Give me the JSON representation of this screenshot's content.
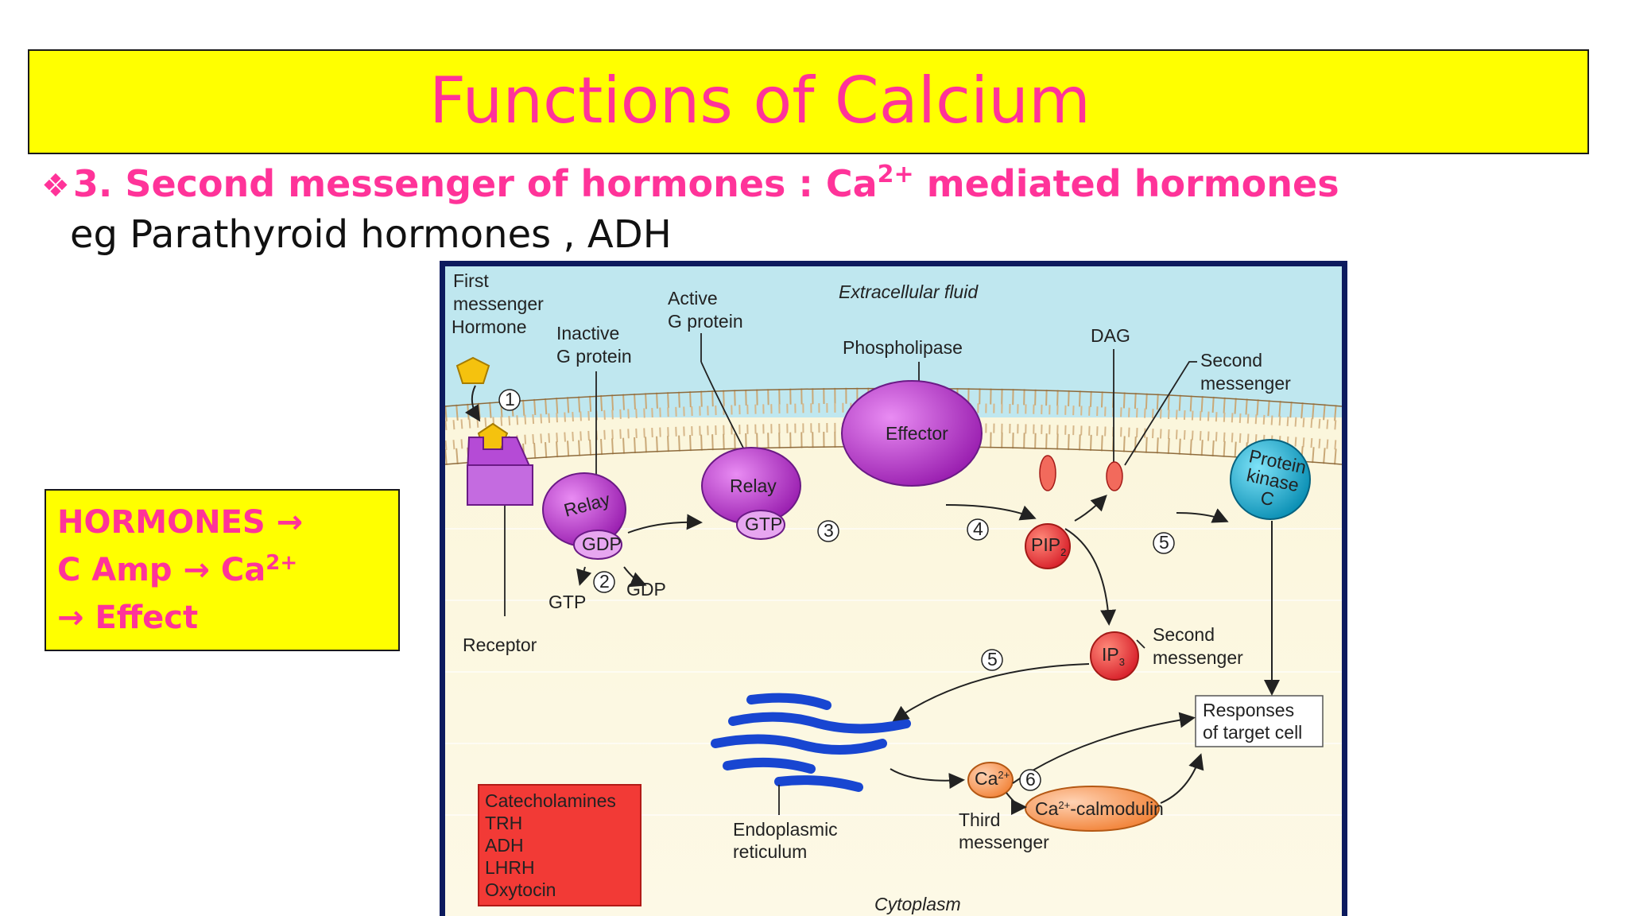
{
  "slide": {
    "title": "Functions  of Calcium",
    "bullet_marker": "❖",
    "bullet_main": "3. Second messenger  of hormones : Ca",
    "bullet_sup": "2+",
    "bullet_end": " mediated hormones",
    "example": "eg Parathyroid hormones ,  ADH",
    "colors": {
      "title_bg": "#ffff00",
      "accent": "#ff3399",
      "frame": "#0d1b5e"
    }
  },
  "side_box": {
    "line1": "HORMONES →",
    "line2_pre": "C Amp → Ca",
    "line2_sup": "2+",
    "line3": "→ Effect"
  },
  "diagram": {
    "first_messenger": "First",
    "first_messenger2": "messenger",
    "hormone": "Hormone",
    "inactive_g": "Inactive",
    "inactive_g2": "G protein",
    "active_g": "Active",
    "active_g2": "G protein",
    "extracellular": "Extracellular fluid",
    "phospholipase": "Phospholipase",
    "dag": "DAG",
    "second_messenger_a": "Second",
    "second_messenger_a2": "messenger",
    "effector": "Effector",
    "relay": "Relay",
    "gdp": "GDP",
    "gtp": "GTP",
    "protein_kinase": "Protein",
    "protein_kinase2": "kinase",
    "protein_kinase3": "C",
    "pip": "PIP",
    "pip_sub": "2",
    "ip": "IP",
    "ip_sub": "3",
    "second_messenger_b": "Second",
    "second_messenger_b2": "messenger",
    "receptor": "Receptor",
    "responses": "Responses",
    "responses2": "of target cell",
    "er": "Endoplasmic",
    "er2": "reticulum",
    "ca": "Ca",
    "ca_sup": "2+",
    "calmodulin_sup": "2+",
    "calmodulin": "-calmodulin",
    "third_messenger": "Third",
    "third_messenger2": "messenger",
    "cytoplasm": "Cytoplasm",
    "steps": [
      "1",
      "2",
      "3",
      "4",
      "5",
      "5",
      "6"
    ],
    "hormone_list": [
      "Catecholamines",
      "TRH",
      "ADH",
      "LHRH",
      "Oxytocin"
    ]
  }
}
